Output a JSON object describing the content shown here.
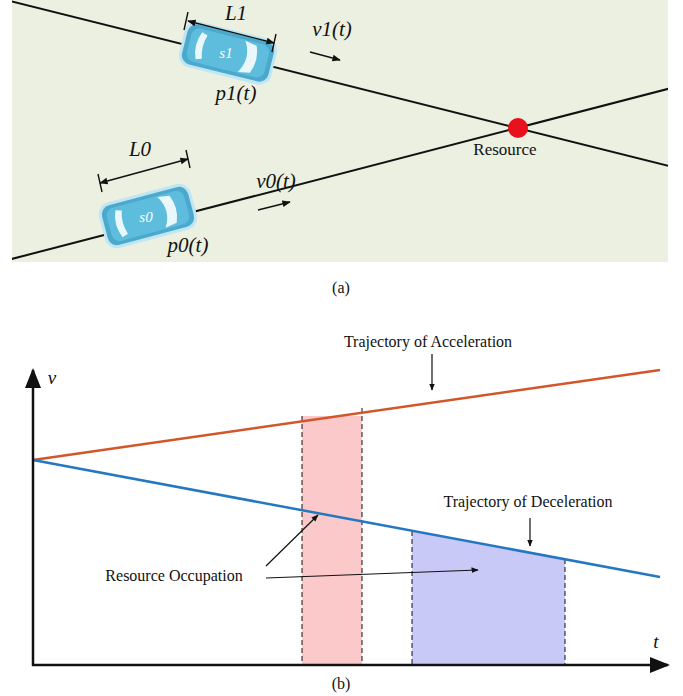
{
  "diagram": {
    "labels": [
      "L1",
      "s1",
      "v1(t)",
      "p1(t)",
      "L0",
      "s0",
      "v0(t)",
      "p0(t)",
      "Resource",
      "(a)",
      "v",
      "t",
      "Trajectory of Acceleration",
      "Trajectory of Deceleration",
      "Resource Occupation",
      "(b)"
    ]
  }
}
